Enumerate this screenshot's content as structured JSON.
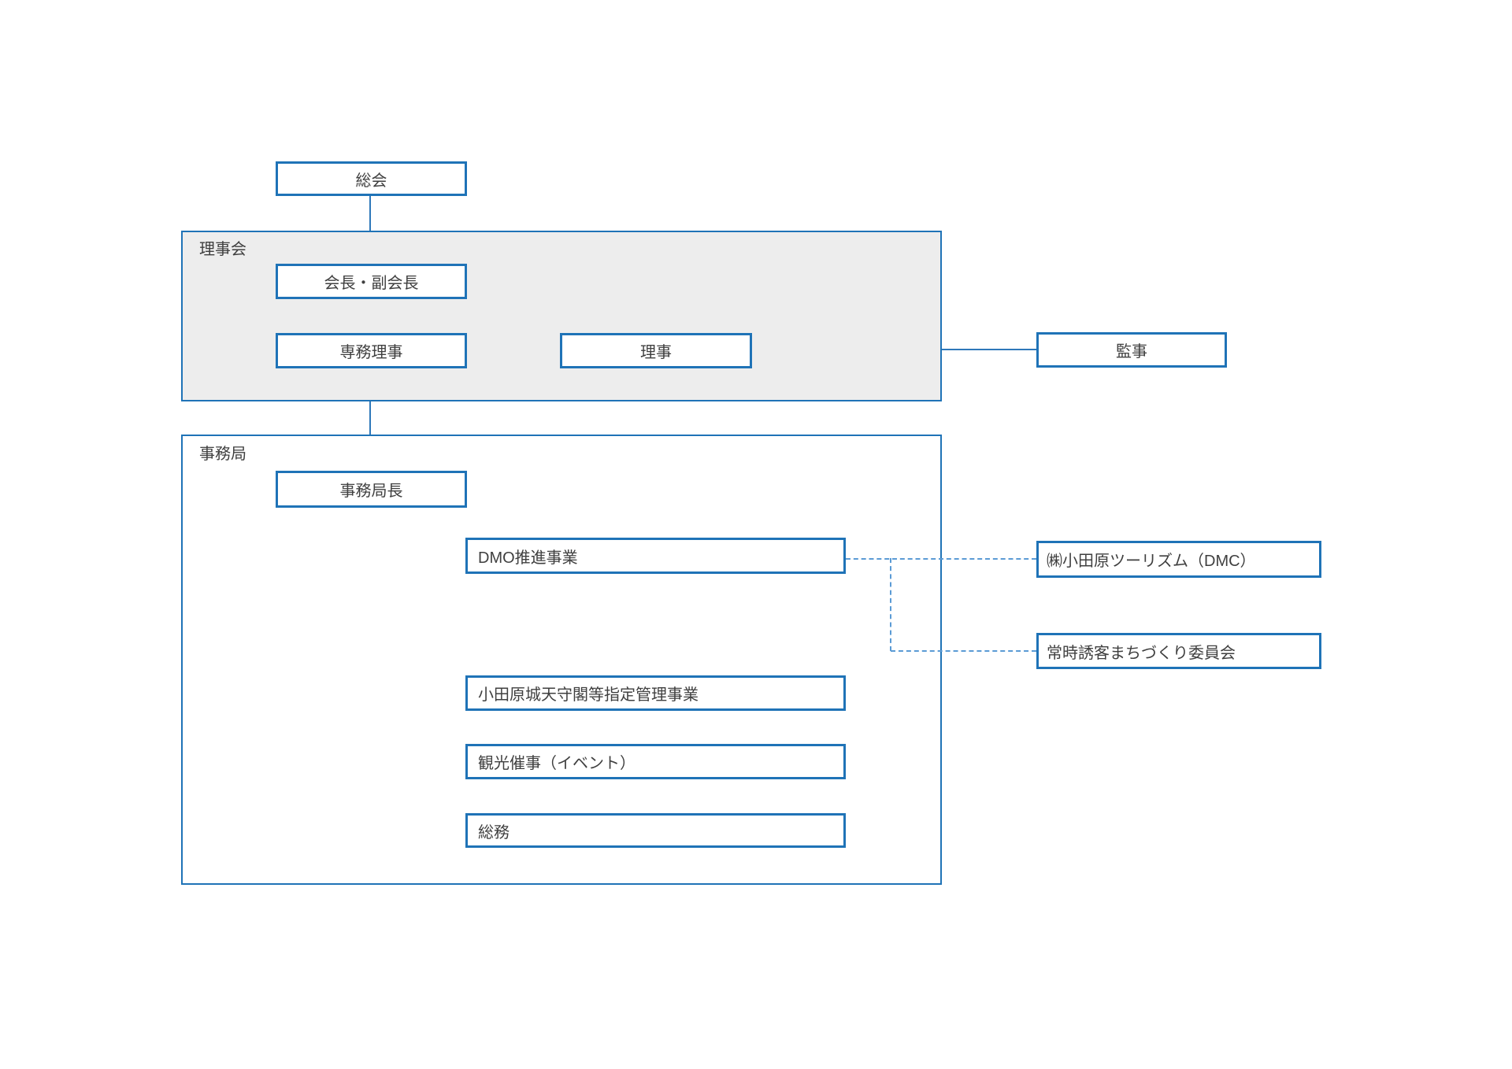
{
  "meta": {
    "kind": "organization-chart"
  },
  "colors": {
    "box_border_blue": "#1f73b7",
    "connector_blue": "#2e78ba",
    "dashed_connector_blue": "#5b9bd5",
    "section_fill_gray": "#ededed",
    "text_gray": "#3f3f3f",
    "background": "#ffffff"
  },
  "nodes": {
    "soukai": "総会",
    "rijikai_label": "理事会",
    "kaicho_fukukaicho": "会長・副会長",
    "senmu_riji": "専務理事",
    "riji": "理事",
    "kanji": "監事",
    "jimukyoku_label": "事務局",
    "jimukyoku_cho": "事務局長",
    "dmo_suishin": "DMO推進事業",
    "odawarajo_tenshukaku": "小田原城天守閣等指定管理事業",
    "kanko_saiji": "観光催事（イベント）",
    "soumu": "総務",
    "odawara_tourism_dmc": "㈱小田原ツーリズム（DMC）",
    "joji_yukyaku_machizukuri": "常時誘客まちづくり委員会"
  },
  "edges": [
    {
      "from": "総会",
      "to": "理事会",
      "style": "solid"
    },
    {
      "from": "理事会",
      "to": "監事",
      "style": "solid"
    },
    {
      "from": "理事会",
      "to": "事務局",
      "style": "solid"
    },
    {
      "from": "事務局長",
      "to": "DMO推進事業",
      "style": "solid"
    },
    {
      "from": "事務局長",
      "to": "小田原城天守閣等指定管理事業",
      "style": "solid"
    },
    {
      "from": "事務局長",
      "to": "観光催事（イベント）",
      "style": "solid"
    },
    {
      "from": "事務局長",
      "to": "総務",
      "style": "solid"
    },
    {
      "from": "DMO推進事業",
      "to": "㈱小田原ツーリズム（DMC）",
      "style": "dashed"
    },
    {
      "from": "DMO推進事業",
      "to": "常時誘客まちづくり委員会",
      "style": "dashed"
    }
  ]
}
